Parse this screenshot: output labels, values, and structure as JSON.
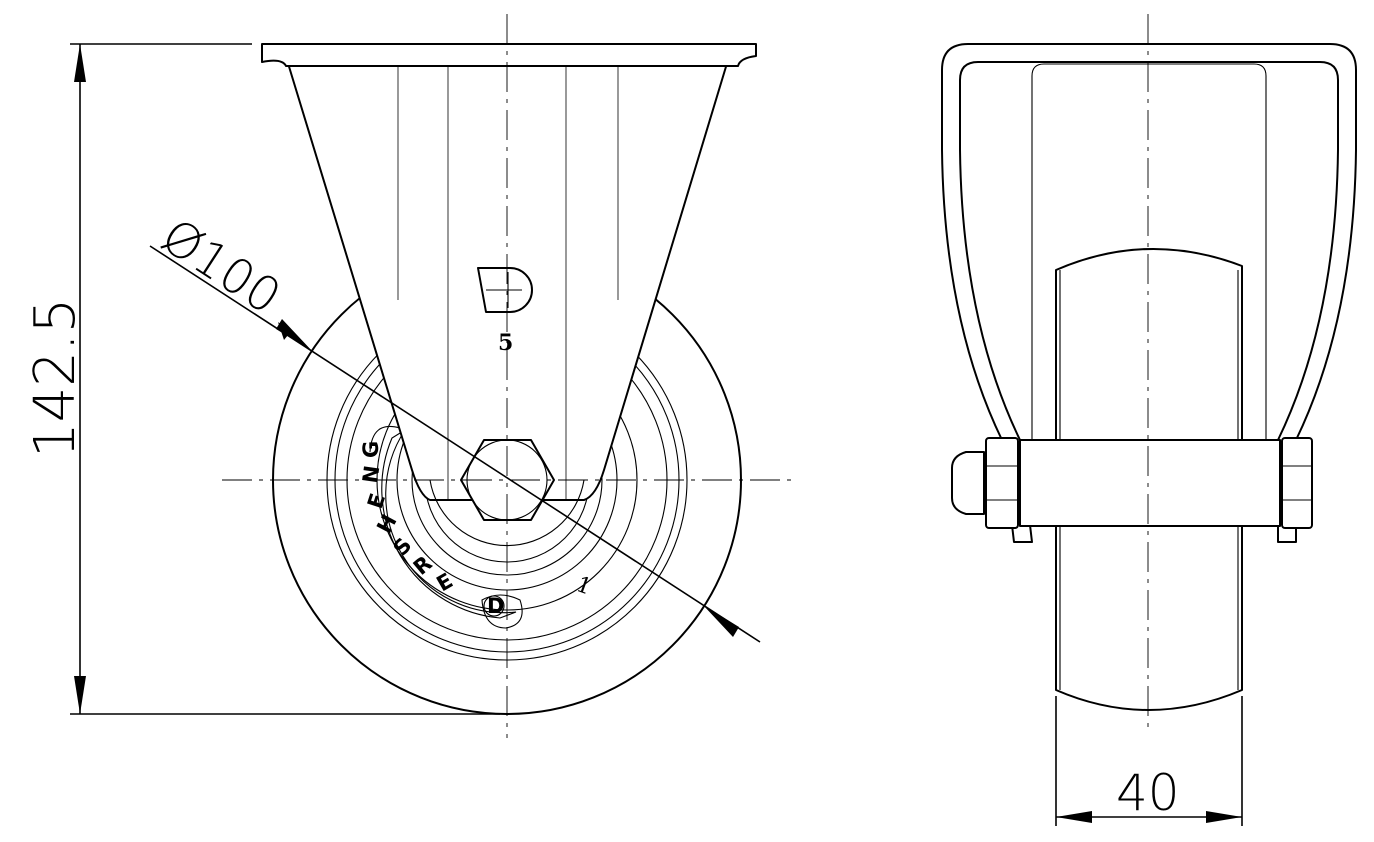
{
  "dimensions": {
    "height": "142.5",
    "diameter": "Ø100",
    "width": "40"
  },
  "mark": {
    "size_digit": "5"
  },
  "wheel_logo": {
    "letters": [
      "D",
      "E",
      "R",
      "S",
      "H",
      "E",
      "N",
      "G"
    ]
  },
  "hub_number": "1"
}
